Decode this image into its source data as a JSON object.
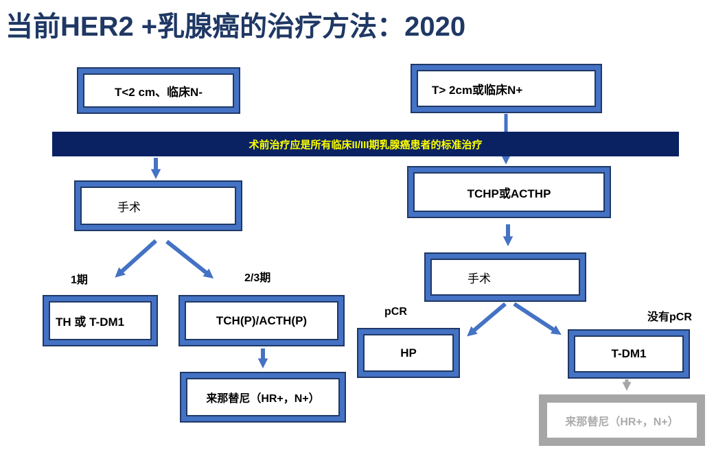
{
  "title": "当前HER2 +乳腺癌的治疗方法：2020",
  "banner": {
    "text": "术前治疗应是所有临床II/III期乳腺癌患者的标准治疗"
  },
  "left_path": {
    "condition": "T<2 cm、临床N-",
    "surgery": "手术",
    "branch1_label": "1期",
    "branch2_label": "2/3期",
    "branch1_regimen": "TH 或 T-DM1",
    "branch2_regimen": "TCH(P)/ACTH(P)",
    "extended_therapy": "来那替尼（HR+，N+）"
  },
  "right_path": {
    "condition": "T> 2cm或临床N+",
    "neoadjuvant_regimen": "TCHP或ACTHP",
    "surgery": "手术",
    "pcr_label": "pCR",
    "no_pcr_label": "没有pCR",
    "pcr_regimen": "HP",
    "no_pcr_regimen": "T-DM1",
    "extended_therapy": "来那替尼（HR+，N+）"
  },
  "colors": {
    "title_text": "#1F3864",
    "banner_bg": "#0A2262",
    "banner_text": "#FFFF00",
    "box_frame_blue": "#4472C4",
    "box_edge_navy": "#1F3864",
    "arrow_blue": "#4472C4",
    "inactive_gray": "#A6A6A6"
  }
}
